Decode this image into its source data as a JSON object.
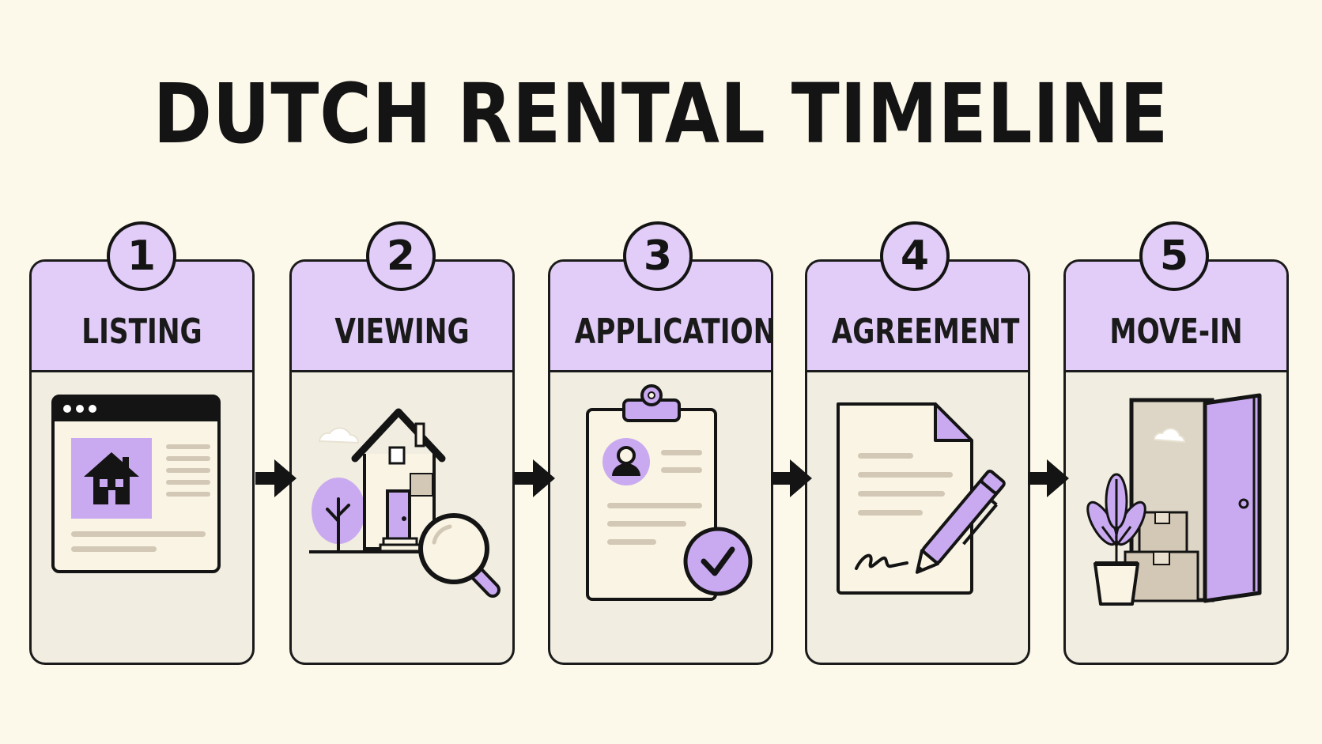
{
  "title": "DUTCH RENTAL TIMELINE",
  "colors": {
    "background": "#fcf8ea",
    "accent": "#e1cdf7",
    "accent_dark": "#c9aaf0",
    "ink": "#141414",
    "panel": "#f1eee1",
    "muted": "#d3c7b5"
  },
  "steps": [
    {
      "number": "1",
      "label": "LISTING",
      "icon": "web-listing-icon"
    },
    {
      "number": "2",
      "label": "VIEWING",
      "icon": "house-magnifier-icon"
    },
    {
      "number": "3",
      "label": "APPLICATION",
      "icon": "clipboard-check-icon"
    },
    {
      "number": "4",
      "label": "AGREEMENT",
      "icon": "document-signature-icon"
    },
    {
      "number": "5",
      "label": "MOVE-IN",
      "icon": "open-door-boxes-icon"
    }
  ]
}
